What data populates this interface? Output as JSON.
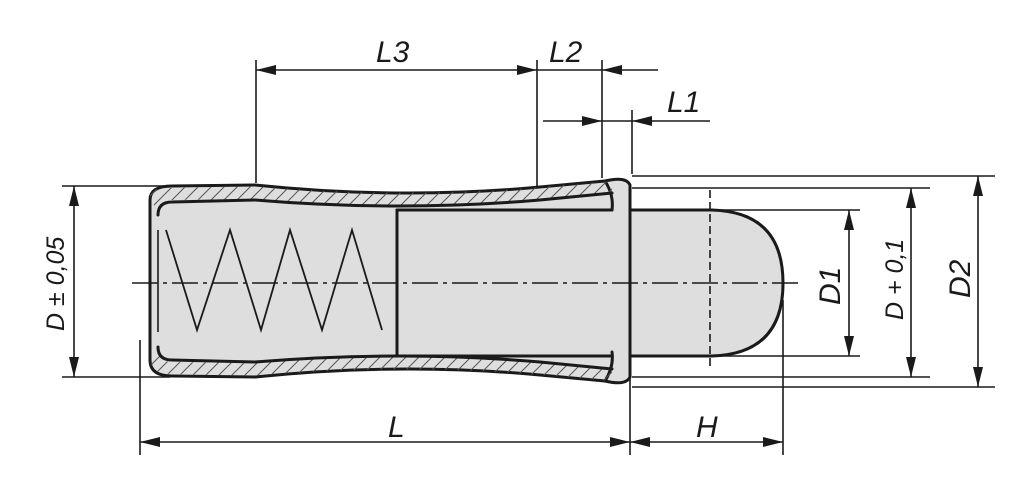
{
  "labels": {
    "L": "L",
    "L1": "L1",
    "L2": "L2",
    "L3": "L3",
    "H": "H",
    "D1": "D1",
    "D2": "D2",
    "D_tol_005": "D ± 0,05",
    "D_tol_01": "D + 0,1"
  },
  "colors": {
    "fill": "#dedede",
    "line": "#1a1a1a"
  }
}
